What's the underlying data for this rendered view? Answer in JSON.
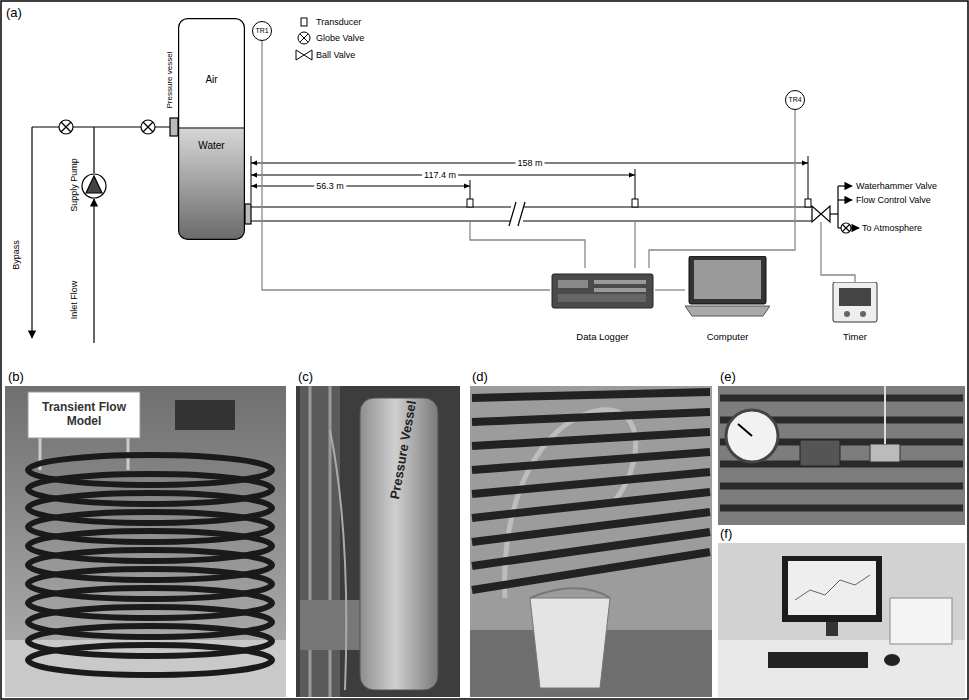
{
  "diagram": {
    "nodes": [
      {
        "text": [
          "Air",
          "Water"
        ]
      },
      {
        "text": [
          "TR1"
        ]
      },
      {
        "text": [
          "TR4"
        ]
      },
      {
        "text": [
          "Data Logger"
        ]
      },
      {
        "text": [
          "Computer"
        ]
      },
      {
        "text": [
          "Timer"
        ]
      }
    ],
    "edges": [
      {
        "from": 1,
        "to": 3,
        "arrow": "none"
      },
      {
        "from": 2,
        "to": 3,
        "arrow": "none"
      },
      {
        "from": 3,
        "to": 4,
        "arrow": "none"
      }
    ],
    "labels": [
      "(a)",
      "Pressure vessel",
      "158 m",
      "117.4 m",
      "56.3 m",
      "Bypass",
      "Supply Pump",
      "Inlet Flow",
      "Waterhammer Valve",
      "Flow Control Valve",
      "To Atmosphere",
      "(b)",
      "Transient Flow Model",
      "(c)",
      "Pressure Vessel",
      "(d)",
      "(e)",
      "(f)"
    ],
    "legend": [
      {
        "text": "Transducer"
      },
      {
        "text": "Globe Valve"
      },
      {
        "text": "Ball Valve"
      }
    ]
  }
}
